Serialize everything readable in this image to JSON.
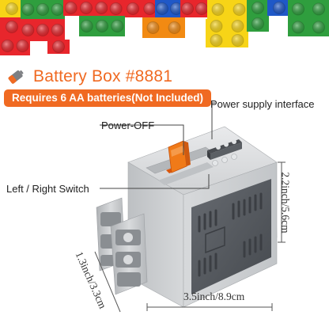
{
  "title": "Battery Box #8881",
  "badge": "Requires 6 AA batteries(Not Included)",
  "callouts": {
    "power_supply": "Power supply interface",
    "power_off": "Power-OFF",
    "switch": "Left / Right Switch"
  },
  "dimensions": {
    "height": "2.2inch/5.6cm",
    "width": "1.3inch/3.3cm",
    "length": "3.5inch/8.9cm"
  },
  "icons": [
    "battery-icon"
  ],
  "colors": {
    "accent": "#f06a22",
    "brick_red": "#e8262c",
    "brick_yellow": "#f7d417",
    "brick_green": "#2f9e3e",
    "brick_blue": "#1f58c7",
    "brick_orange": "#f28a12",
    "box_gray": "#d3d5d7",
    "panel_dark": "#55595f"
  }
}
